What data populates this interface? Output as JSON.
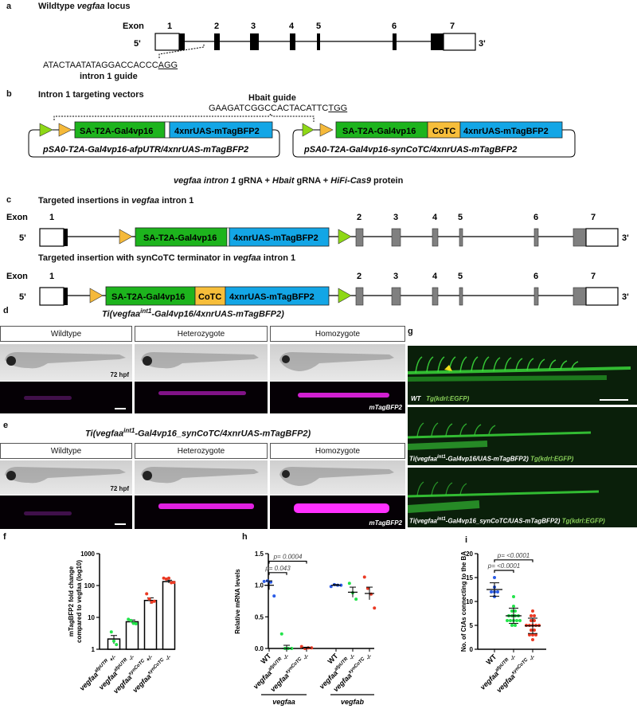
{
  "panels": {
    "a": {
      "label": "a",
      "title_pre": "Wildtype ",
      "title_it": "vegfaa",
      "title_post": " locus",
      "exon_word": "Exon",
      "exons": [
        "1",
        "2",
        "3",
        "4",
        "5",
        "6",
        "7"
      ],
      "five_prime": "5'",
      "three_prime": "3'",
      "guide_seq": "ATACTAATATAGGACCACCC",
      "guide_pam": "AGG",
      "guide_label": "intron 1 guide"
    },
    "b": {
      "label": "b",
      "title": "Intron 1 targeting vectors",
      "hbait_label": "Hbait guide",
      "hbait_seq": "GAAGATCGGCCACTACATTC",
      "hbait_pam": "TGG",
      "vector1": {
        "green": "SA-T2A-Gal4vp16",
        "blue": "4xnrUAS-mTagBFP2",
        "name": "pSA0-T2A-Gal4vp16-afpUTR/4xnrUAS-mTagBFP2"
      },
      "vector2": {
        "green": "SA-T2A-Gal4vp16",
        "orange": "CoTC",
        "blue": "4xnrUAS-mTagBFP2",
        "name": "pSA0-T2A-Gal4vp16-synCoTC/4xnrUAS-mTagBFP2"
      },
      "injection": {
        "p1": "vegfaa intron 1",
        "p2": " gRNA + ",
        "p3": "Hbait",
        "p4": " gRNA + ",
        "p5": "HiFi-Cas9",
        "p6": " protein"
      }
    },
    "c": {
      "label": "c",
      "title1_pre": "Targeted insertions in ",
      "title1_it": "vegfaa",
      "title1_post": " intron 1",
      "title2_pre": "Targeted insertion with synCoTC terminator in ",
      "title2_it": "vegfaa",
      "title2_post": " intron 1",
      "exon_word": "Exon",
      "exons": [
        "1",
        "2",
        "3",
        "4",
        "5",
        "6",
        "7"
      ],
      "five_prime": "5'",
      "three_prime": "3'",
      "green": "SA-T2A-Gal4vp16",
      "orange": "CoTC",
      "blue": "4xnrUAS-mTagBFP2"
    },
    "d": {
      "label": "d",
      "title_pre": "Ti(vegfaa",
      "title_sup": "int1",
      "title_post": "-Gal4vp16/4xnrUAS-mTagBFP2)",
      "columns": [
        "Wildtype",
        "Heterozygote",
        "Homozygote"
      ],
      "age": "72 hpf",
      "channel": "mTagBFP2"
    },
    "e": {
      "label": "e",
      "title_pre": "Ti(vegfaa",
      "title_sup": "int1",
      "title_post": "-Gal4vp16_synCoTC/4xnrUAS-mTagBFP2)",
      "columns": [
        "Wildtype",
        "Heterozygote",
        "Homozygote"
      ],
      "age": "72 hpf",
      "channel": "mTagBFP2"
    },
    "g": {
      "label": "g",
      "rows": [
        {
          "geno": "WT",
          "geno_sup": "",
          "geno_post": "",
          "reporter": "Tg(kdrl:EGFP)"
        },
        {
          "geno": "Ti(vegfaa",
          "geno_sup": "int1",
          "geno_post": "-Gal4vp16/UAS-mTagBFP2)",
          "reporter": "Tg(kdrl:EGFP)"
        },
        {
          "geno": "Ti(vegfaa",
          "geno_sup": "int1",
          "geno_post": "-Gal4vp16_synCoTC/UAS-mTagBFP2)",
          "reporter": "Tg(kdrl:EGFP)"
        }
      ]
    },
    "f": {
      "label": "f"
    },
    "h": {
      "label": "h"
    },
    "i": {
      "label": "i"
    }
  },
  "colors": {
    "green_box": "#1db41d",
    "blue_box": "#13a6e6",
    "orange_box": "#f7be3a",
    "loxp_green": "#8ed816",
    "loxp_orange": "#f5b93a",
    "dot_blue": "#2b5ce6",
    "dot_green": "#22e34a",
    "dot_red": "#ea3a24",
    "fluor_magenta": "#e020e0",
    "egfp_green": "#3de33d",
    "arrowhead": "#f2e21a"
  },
  "chart_data": [
    {
      "id": "f",
      "type": "bar",
      "title": "",
      "ylabel": "mTagBFP2 fold change compared to vegfaa (log10)",
      "yscale": "log10",
      "ylim": [
        1,
        1000
      ],
      "yticks": [
        "1",
        "10",
        "100",
        "1000"
      ],
      "categories": [
        {
          "base": "vegfaa",
          "sup": "afpUTR",
          "geno": "+/-"
        },
        {
          "base": "vegfaa",
          "sup": "afpUTR",
          "geno": "-/-"
        },
        {
          "base": "vegfaa",
          "sup": "synCoTC",
          "geno": "+/-"
        },
        {
          "base": "vegfaa",
          "sup": "synCoTC",
          "geno": "-/-"
        }
      ],
      "values": [
        2.1,
        7.3,
        34,
        133
      ],
      "sem": [
        0.6,
        1.0,
        7,
        14
      ],
      "points": [
        [
          3.5,
          1.8,
          1.4
        ],
        [
          8.7,
          8.0,
          6.5,
          6.3
        ],
        [
          55,
          38,
          30,
          32
        ],
        [
          170,
          160,
          170,
          122,
          125
        ]
      ],
      "point_colors": [
        "#22e34a",
        "#22e34a",
        "#ea3a24",
        "#ea3a24"
      ]
    },
    {
      "id": "h",
      "type": "scatter",
      "ylabel": "Relative mRNA levels",
      "ylim": [
        0.0,
        1.5
      ],
      "yticks": [
        "0.0",
        "0.5",
        "1.0",
        "1.5"
      ],
      "groups": [
        {
          "gene": "vegfaa",
          "categories": [
            {
              "base": "WT",
              "sup": "",
              "geno": ""
            },
            {
              "base": "vegfaa",
              "sup": "afpUTR",
              "geno": "-/-"
            },
            {
              "base": "vegfaa",
              "sup": "synCoTC",
              "geno": "-/-"
            }
          ],
          "means": [
            1.0,
            0.0,
            0.01
          ],
          "sem": [
            0.07,
            0.05,
            0.01
          ],
          "points": [
            [
              1.06,
              1.07,
              1.05,
              0.83
            ],
            [
              0.23,
              0.0,
              0.0,
              0.0
            ],
            [
              0.03,
              0.0,
              0.01,
              0.01
            ]
          ]
        },
        {
          "gene": "vegfab",
          "categories": [
            {
              "base": "WT",
              "sup": "",
              "geno": ""
            },
            {
              "base": "vegfaa",
              "sup": "afpUTR",
              "geno": "-/-"
            },
            {
              "base": "vegfaa",
              "sup": "synCoTC",
              "geno": "-/-"
            }
          ],
          "means": [
            1.0,
            0.89,
            0.87
          ],
          "sem": [
            0.01,
            0.08,
            0.1
          ],
          "points": [
            [
              0.98,
              1.01,
              1.0,
              1.0
            ],
            [
              1.03,
              0.88,
              0.78
            ],
            [
              1.13,
              0.95,
              0.86,
              0.64
            ]
          ]
        }
      ],
      "annotations": [
        {
          "text": "p= 0.043",
          "from": 0,
          "to": 1
        },
        {
          "text": "p= 0.0004",
          "from": 0,
          "to": 2
        }
      ],
      "point_colors": [
        "#2b5ce6",
        "#22e34a",
        "#ea3a24"
      ]
    },
    {
      "id": "i",
      "type": "scatter",
      "ylabel": "No. of CtAs connecting to the BA",
      "ylim": [
        0,
        20
      ],
      "yticks": [
        "0",
        "5",
        "10",
        "15",
        "20"
      ],
      "categories": [
        {
          "base": "WT",
          "sup": "",
          "geno": ""
        },
        {
          "base": "vegfaa",
          "sup": "afpUTR",
          "geno": "-/-"
        },
        {
          "base": "vegfaa",
          "sup": "synCoTC",
          "geno": "-/-"
        }
      ],
      "means": [
        12.5,
        7.0,
        4.9
      ],
      "sd": [
        1.4,
        1.6,
        1.6
      ],
      "points": [
        [
          15,
          13,
          12,
          12,
          12,
          11
        ],
        [
          11,
          9,
          8,
          8,
          7,
          7,
          7,
          7,
          6,
          6,
          6,
          6,
          6,
          5,
          5
        ],
        [
          8,
          7,
          7,
          6,
          6,
          5,
          5,
          5,
          5,
          5,
          4,
          4,
          3,
          3,
          3,
          2
        ]
      ],
      "annotations": [
        {
          "text": "p= <0.0001",
          "from": 0,
          "to": 1
        },
        {
          "text": "p= <0.0001",
          "from": 0,
          "to": 2
        }
      ],
      "point_colors": [
        "#2b5ce6",
        "#22e34a",
        "#ea3a24"
      ]
    }
  ]
}
